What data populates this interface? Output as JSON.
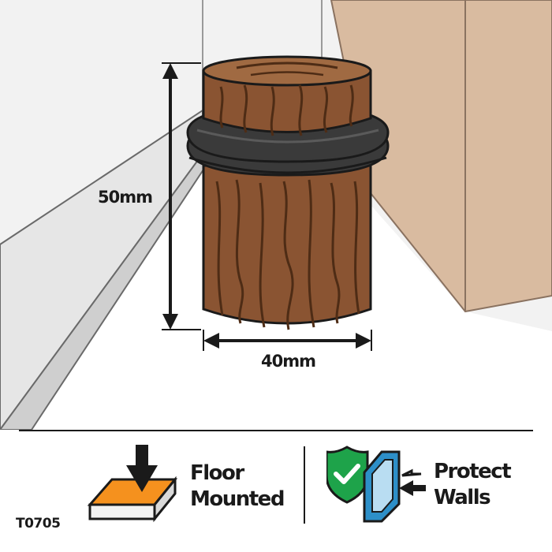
{
  "dimensions": {
    "height_label": "50mm",
    "width_label": "40mm"
  },
  "features": [
    {
      "icon": "floor-mounted-icon",
      "line1": "Floor",
      "line2": "Mounted"
    },
    {
      "icon": "protect-walls-icon",
      "line1": "Protect",
      "line2": "Walls"
    }
  ],
  "product_code": "T0705",
  "colors": {
    "wood": "#8a5432",
    "wood_grain": "#4e2c15",
    "rubber": "#3a3a3a",
    "door": "#d9bba0",
    "wall": "#f2f2f2",
    "skirting": "#cfcfcf",
    "floor_plate": "#f5911e",
    "shield": "#1ea34a",
    "wall_blue": "#2d8fc8"
  }
}
